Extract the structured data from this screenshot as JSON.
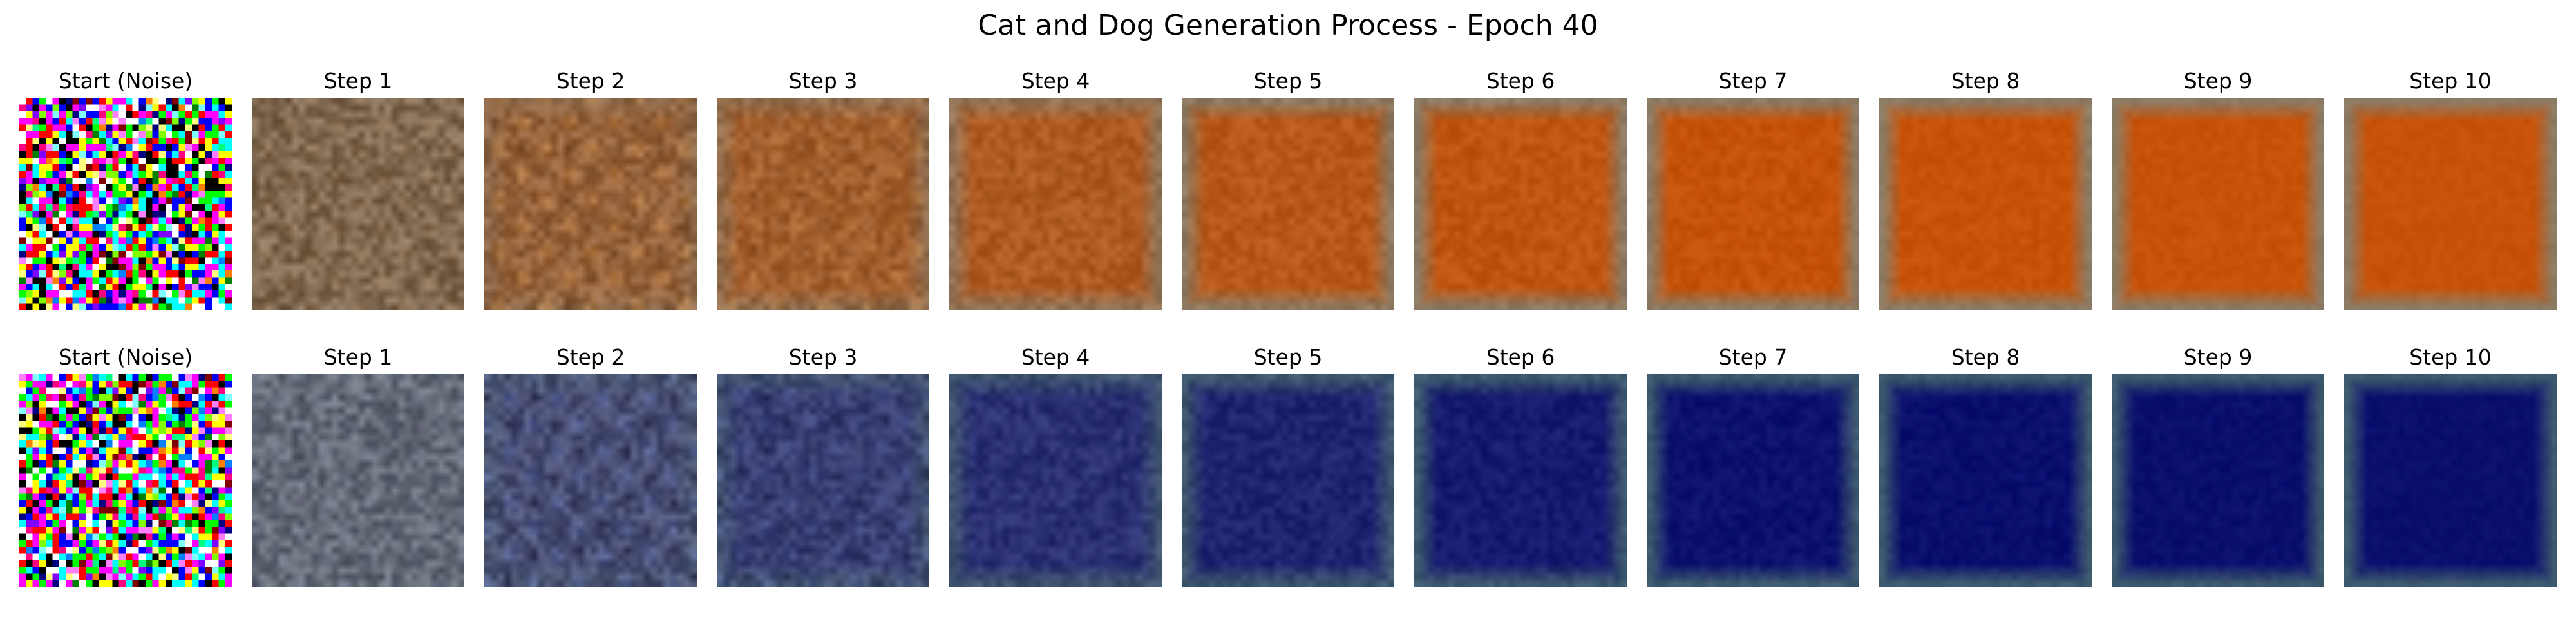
{
  "figure": {
    "title": "Cat and Dog Generation Process - Epoch 40"
  },
  "rows": [
    {
      "palette": {
        "start": "#7b6a55",
        "target": "#c85208",
        "border": "#8c7c66",
        "highlight": "#e8a24a",
        "shadow": "#5e3a1a"
      },
      "steps": [
        {
          "label": "Start (Noise)",
          "kind": "noise"
        },
        {
          "label": "Step 1",
          "kind": "denoise",
          "progress": 0.05
        },
        {
          "label": "Step 2",
          "kind": "denoise",
          "progress": 0.3
        },
        {
          "label": "Step 3",
          "kind": "denoise",
          "progress": 0.45
        },
        {
          "label": "Step 4",
          "kind": "denoise",
          "progress": 0.58
        },
        {
          "label": "Step 5",
          "kind": "denoise",
          "progress": 0.68
        },
        {
          "label": "Step 6",
          "kind": "denoise",
          "progress": 0.77
        },
        {
          "label": "Step 7",
          "kind": "denoise",
          "progress": 0.85
        },
        {
          "label": "Step 8",
          "kind": "denoise",
          "progress": 0.91
        },
        {
          "label": "Step 9",
          "kind": "denoise",
          "progress": 0.96
        },
        {
          "label": "Step 10",
          "kind": "denoise",
          "progress": 1.0
        }
      ]
    },
    {
      "palette": {
        "start": "#6b7078",
        "target": "#0a0f6e",
        "border": "#3e5a6e",
        "highlight": "#6e86d8",
        "shadow": "#0a0a20"
      },
      "steps": [
        {
          "label": "Start (Noise)",
          "kind": "noise"
        },
        {
          "label": "Step 1",
          "kind": "denoise",
          "progress": 0.05
        },
        {
          "label": "Step 2",
          "kind": "denoise",
          "progress": 0.3
        },
        {
          "label": "Step 3",
          "kind": "denoise",
          "progress": 0.45
        },
        {
          "label": "Step 4",
          "kind": "denoise",
          "progress": 0.58
        },
        {
          "label": "Step 5",
          "kind": "denoise",
          "progress": 0.68
        },
        {
          "label": "Step 6",
          "kind": "denoise",
          "progress": 0.77
        },
        {
          "label": "Step 7",
          "kind": "denoise",
          "progress": 0.85
        },
        {
          "label": "Step 8",
          "kind": "denoise",
          "progress": 0.91
        },
        {
          "label": "Step 9",
          "kind": "denoise",
          "progress": 0.96
        },
        {
          "label": "Step 10",
          "kind": "denoise",
          "progress": 1.0
        }
      ]
    }
  ]
}
